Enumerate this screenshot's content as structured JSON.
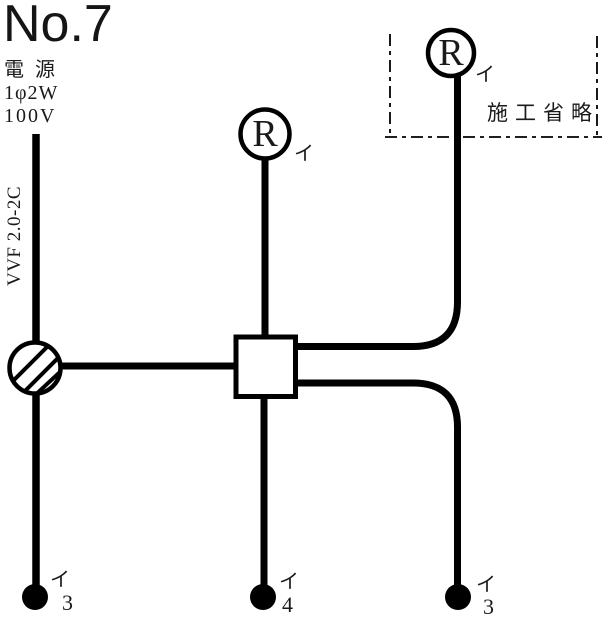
{
  "diagram": {
    "title": "No.7",
    "power_source": {
      "line1": "電 源",
      "line2": "1φ2W",
      "line3": "100V"
    },
    "cable_label": "VVF 2.0-2C",
    "omission_label": "施工省略",
    "lamps": {
      "ceiling": {
        "symbol": "R",
        "circuit": "イ"
      },
      "omitted": {
        "symbol": "R",
        "circuit": "イ"
      }
    },
    "switches": {
      "left": {
        "circuit": "イ",
        "ways": "3"
      },
      "center": {
        "circuit": "イ",
        "ways": "4"
      },
      "right": {
        "circuit": "イ",
        "ways": "3"
      }
    },
    "colors": {
      "line": "#000000",
      "text": "#1a1a1a"
    }
  }
}
